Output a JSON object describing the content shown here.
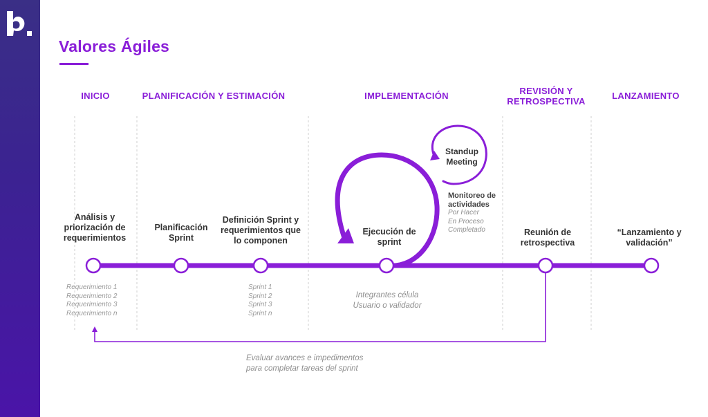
{
  "slide": {
    "title": "Valores Ágiles",
    "brand": {
      "name": "logo-b",
      "color": "#ffffff"
    },
    "accent_color": "#8a1ed8"
  },
  "phases": [
    {
      "id": "inicio",
      "label": "INICIO"
    },
    {
      "id": "planificacion",
      "label": "PLANIFICACIÓN Y ESTIMACIÓN"
    },
    {
      "id": "implementacion",
      "label": "IMPLEMENTACIÓN"
    },
    {
      "id": "revision",
      "label": "REVISIÓN Y RETROSPECTIVA"
    },
    {
      "id": "lanzamiento",
      "label": "LANZAMIENTO"
    }
  ],
  "steps": [
    {
      "id": "analisis",
      "label": "Análisis y priorización de requerimientos"
    },
    {
      "id": "planificacion-sprint",
      "label": "Planificación Sprint"
    },
    {
      "id": "definicion-sprint",
      "label": "Definición Sprint y requerimientos que lo componen"
    },
    {
      "id": "ejecucion",
      "label": "Ejecución de sprint"
    },
    {
      "id": "reunion",
      "label": "Reunión de retrospectiva"
    },
    {
      "id": "lanzamiento",
      "label": "“Lanzamiento y validación”"
    }
  ],
  "requerimientos": [
    "Requerimiento 1",
    "Requerimiento 2",
    "Requerimiento 3",
    "Requerimiento n"
  ],
  "sprints": [
    "Sprint 1",
    "Sprint 2",
    "Sprint 3",
    "Sprint n"
  ],
  "integrantes": [
    "Integrantes célula",
    "Usuario o validador"
  ],
  "standup": {
    "label_line1": "Standup",
    "label_line2": "Meeting"
  },
  "monitoreo": {
    "title_line1": "Monitoreo de",
    "title_line2": "actividades",
    "items": [
      "Por Hacer",
      "En Proceso",
      "Completado"
    ]
  },
  "feedback": {
    "line1": "Evaluar avances e impedimentos",
    "line2": "para completar tareas del sprint"
  }
}
